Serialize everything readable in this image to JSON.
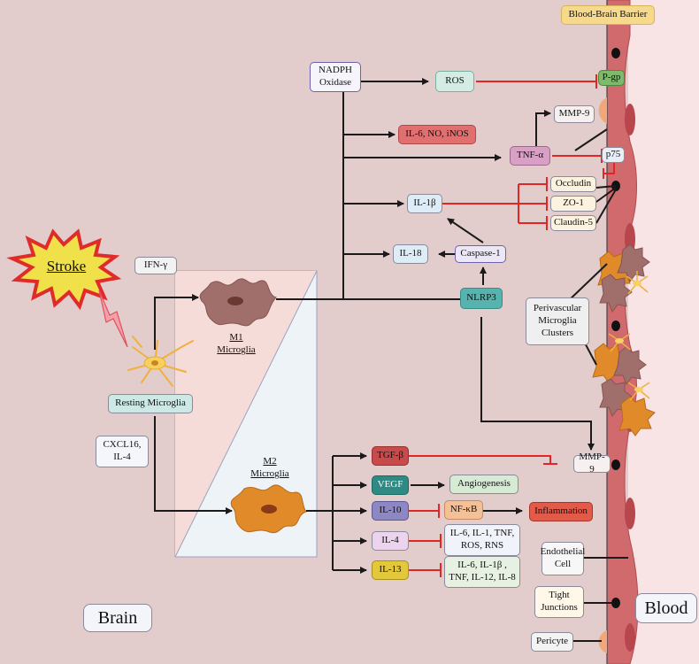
{
  "barrier_title": "Blood-Brain Barrier",
  "stroke": "Stroke",
  "ifn": "IFN-γ",
  "resting": "Resting Microglia",
  "cxcl": [
    "CXCL16,",
    "IL-4"
  ],
  "m1": [
    "M1",
    "Microglia"
  ],
  "m2": [
    "M2",
    "Microglia"
  ],
  "nadph": [
    "NADPH",
    "Oxidase"
  ],
  "ros": "ROS",
  "pgp": "P-gp",
  "mmp9_top": "MMP-9",
  "il6_no": "IL-6, NO, iNOS",
  "tnf": "TNF-α",
  "p75": "p75",
  "occludin": "Occludin",
  "zo1": "ZO-1",
  "claudin": "Claudin-5",
  "il1b": "IL-1β",
  "il18": "IL-18",
  "caspase": "Caspase-1",
  "nlrp3": "NLRP3",
  "perivascular": [
    "Perivascular",
    "Microglia",
    "Clusters"
  ],
  "tgfb": "TGF-β",
  "mmp9_bottom": "MMP-9",
  "vegf": "VEGF",
  "angiogenesis": "Angiogenesis",
  "il10": "IL-10",
  "nfkb": "NF-κB",
  "inflammation": "Inflammation",
  "il4": "IL-4",
  "il4_targets": [
    "IL-6, IL-1, TNF,",
    "ROS, RNS"
  ],
  "il13": "IL-13",
  "il13_targets": [
    "IL-6, IL-1β ,",
    "TNF, IL-12, IL-8"
  ],
  "endothelial": [
    "Endothelial",
    "Cell"
  ],
  "tight": [
    "Tight",
    "Junctions"
  ],
  "pericyte": "Pericyte",
  "brain": "Brain",
  "blood": "Blood"
}
